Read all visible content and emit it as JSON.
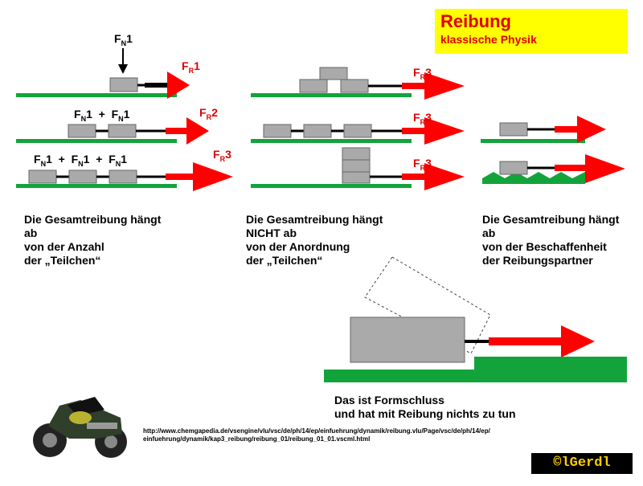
{
  "title": "Reibung",
  "subtitle": "klassische Physik",
  "colors": {
    "title_bg": "#ffff00",
    "title_text": "#e00000",
    "ground": "#12a43a",
    "arrow": "#ff0000",
    "block": "#aaaaaa"
  },
  "forces": {
    "f_n": "F",
    "f_n_sub": "N",
    "f_r": "F",
    "f_r_sub": "R",
    "one": "1",
    "two": "2",
    "three": "3",
    "plus": "+"
  },
  "captions": {
    "col1": [
      "Die Gesamtreibung hängt",
      "ab",
      "von der Anzahl",
      "der „Teilchen“"
    ],
    "col2": [
      "Die Gesamtreibung hängt",
      "NICHT ab",
      "von der Anordnung",
      "der „Teilchen“"
    ],
    "col3": [
      "Die Gesamtreibung hängt",
      "ab",
      "von der Beschaffenheit",
      "der Reibungspartner"
    ]
  },
  "formschluss": [
    "Das ist Formschluss",
    "und hat mit Reibung nichts zu tun"
  ],
  "source_url": [
    "http://www.chemgapedia.de/vsengine/vlu/vsc/de/ph/14/ep/einfuehrung/dynamik/reibung.vlu/Page/vsc/de/ph/14/ep/",
    "einfuehrung/dynamik/kap3_reibung/reibung_01/reibung_01_01.vscml.html"
  ],
  "copyright": "©lGerdl",
  "icons": {
    "motorcycle": "motorcycle-icon"
  }
}
